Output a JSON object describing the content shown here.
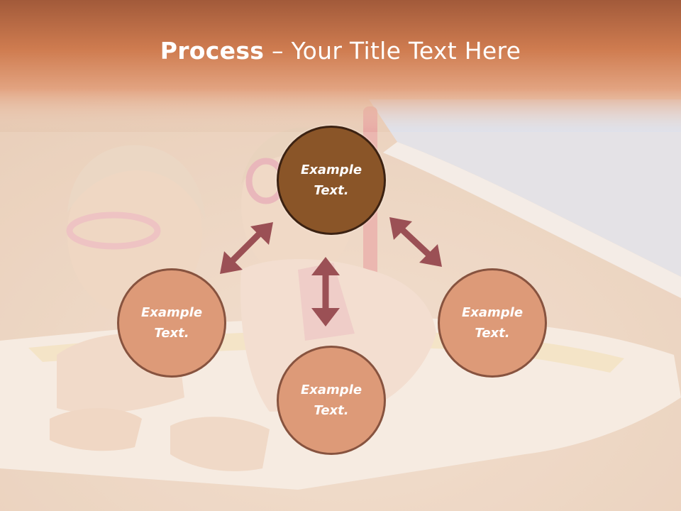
{
  "slide": {
    "title_bold": "Process",
    "title_rest": " – Your Title Text Here",
    "header_color": "#c8744a",
    "accent_dark": "#8a5528",
    "accent_light": "#dd9a78",
    "arrow_color": "#9b5055"
  },
  "diagram": {
    "center": {
      "label": "Example\nText."
    },
    "left": {
      "label": "Example\nText."
    },
    "right": {
      "label": "Example\nText."
    },
    "bottom": {
      "label": "Example\nText."
    }
  }
}
